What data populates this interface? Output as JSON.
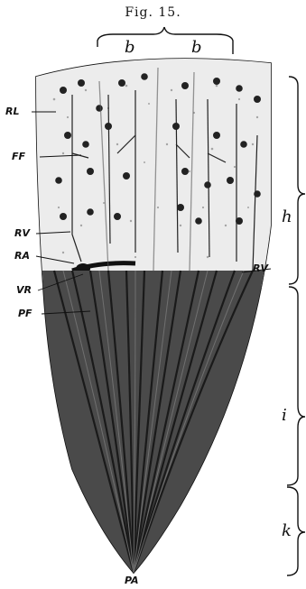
{
  "figure": {
    "caption": "Fig. 15.",
    "labels": {
      "b_left": "b",
      "b_right": "b",
      "RL": "RL",
      "FF": "FF",
      "RV_left": "RV",
      "RA": "RA",
      "VR": "VR",
      "PF": "PF",
      "RV_right": "RV",
      "PA": "PA"
    },
    "zones": {
      "h": "h",
      "i": "i",
      "k": "k"
    }
  }
}
